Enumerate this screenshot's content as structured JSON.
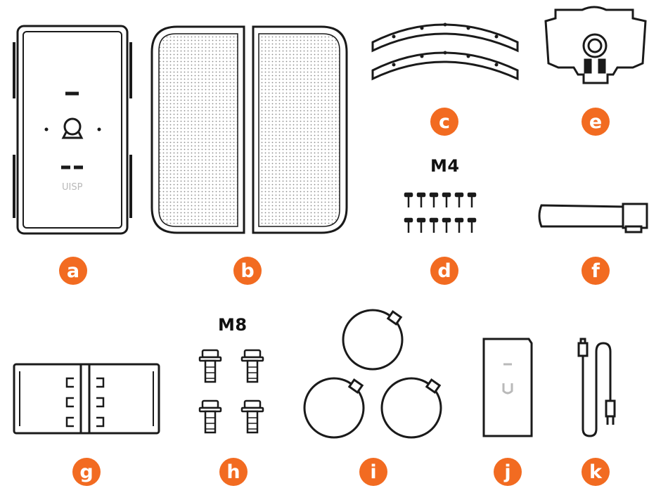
{
  "items": {
    "a": {
      "letter": "a",
      "logo_text": "UISP"
    },
    "b": {
      "letter": "b"
    },
    "c": {
      "letter": "c"
    },
    "d": {
      "letter": "d",
      "size_label": "M4"
    },
    "e": {
      "letter": "e"
    },
    "f": {
      "letter": "f"
    },
    "g": {
      "letter": "g"
    },
    "h": {
      "letter": "h",
      "size_label": "M8"
    },
    "i": {
      "letter": "i"
    },
    "j": {
      "letter": "j"
    },
    "k": {
      "letter": "k"
    }
  },
  "colors": {
    "badge": "#f26b21",
    "line": "#1a1a1a",
    "mesh_dot": "#8a8a8a"
  },
  "icons": [
    "wall-mount-plate-icon",
    "reflector-panel-icon",
    "arc-bracket-icon",
    "screw-icon",
    "feed-horn-bracket-icon",
    "feed-arm-icon",
    "clamp-bracket-icon",
    "bolt-icon",
    "hose-clamp-icon",
    "poe-adapter-icon",
    "power-cord-icon"
  ]
}
